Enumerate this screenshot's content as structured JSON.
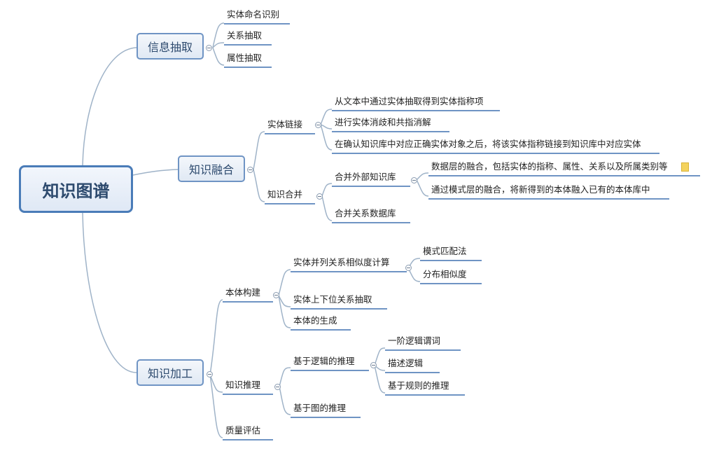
{
  "root": "知识图谱",
  "branches": {
    "extraction": {
      "label": "信息抽取",
      "items": [
        "实体命名识别",
        "关系抽取",
        "属性抽取"
      ]
    },
    "fusion": {
      "label": "知识融合",
      "entity_linking": {
        "label": "实体链接",
        "items": [
          "从文本中通过实体抽取得到实体指称项",
          "进行实体消歧和共指消解",
          "在确认知识库中对应正确实体对象之后，将该实体指称链接到知识库中对应实体"
        ]
      },
      "knowledge_merge": {
        "label": "知识合并",
        "external_kb": {
          "label": "合并外部知识库",
          "items": [
            "数据层的融合，包括实体的指称、属性、关系以及所属类别等",
            "通过模式层的融合，将新得到的本体融入已有的本体库中"
          ]
        },
        "relational_db": "合并关系数据库"
      }
    },
    "processing": {
      "label": "知识加工",
      "ontology": {
        "label": "本体构建",
        "similarity": {
          "label": "实体并列关系相似度计算",
          "items": [
            "模式匹配法",
            "分布相似度"
          ]
        },
        "hypernym": "实体上下位关系抽取",
        "generation": "本体的生成"
      },
      "reasoning": {
        "label": "知识推理",
        "logic": {
          "label": "基于逻辑的推理",
          "items": [
            "一阶逻辑谓词",
            "描述逻辑",
            "基于规则的推理"
          ]
        },
        "graph": "基于图的推理"
      },
      "quality": "质量评估"
    }
  },
  "note_icon": "note-icon",
  "colors": {
    "line": "#9fb3c8",
    "underline": "#6f94c4",
    "box_border": "#4a7cb8"
  }
}
